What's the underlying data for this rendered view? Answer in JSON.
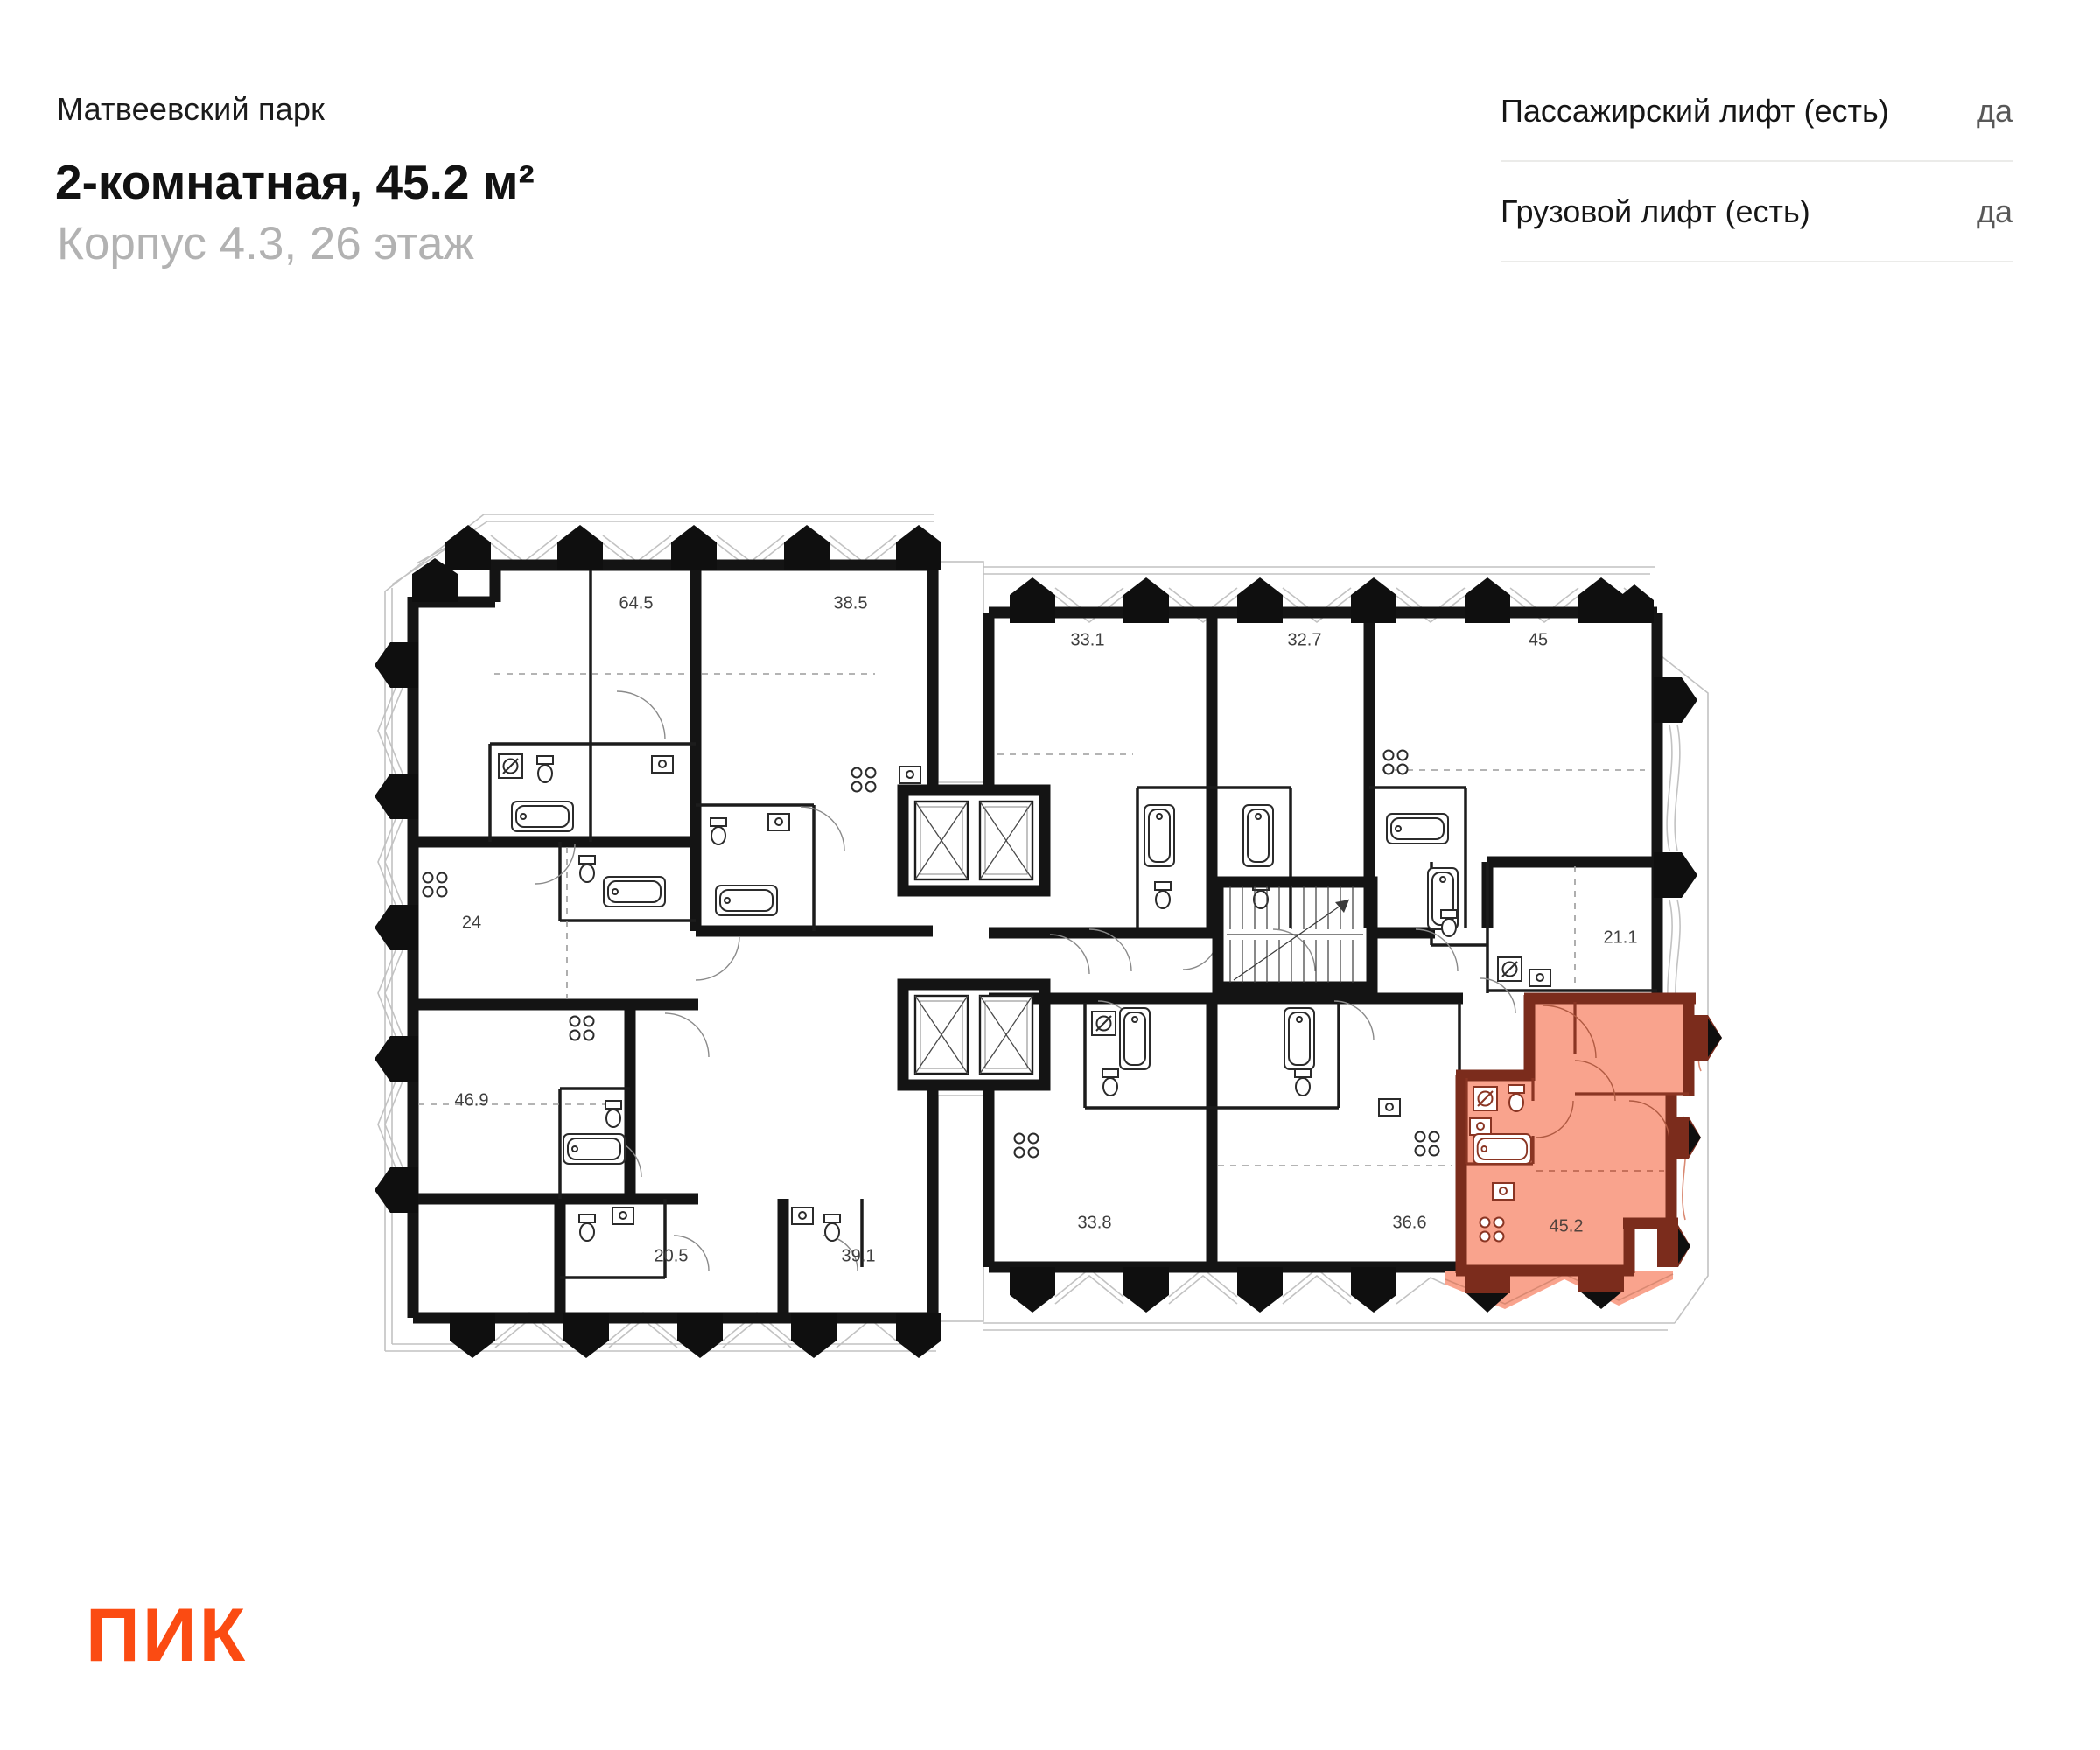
{
  "header": {
    "project": "Матвеевский парк",
    "title": "2-комнатная, 45.2 м²",
    "subtitle": "Корпус 4.3, 26 этаж"
  },
  "lifts": {
    "rows": [
      {
        "label": "Пассажирский лифт (есть)",
        "value": "да"
      },
      {
        "label": "Грузовой лифт (есть)",
        "value": "да"
      }
    ]
  },
  "plan": {
    "apartments": [
      {
        "area": "64.5"
      },
      {
        "area": "38.5"
      },
      {
        "area": "33.1"
      },
      {
        "area": "32.7"
      },
      {
        "area": "45"
      },
      {
        "area": "24"
      },
      {
        "area": "21.1"
      },
      {
        "area": "46.9"
      },
      {
        "area": "20.5"
      },
      {
        "area": "39.1"
      },
      {
        "area": "33.8"
      },
      {
        "area": "36.6"
      },
      {
        "area": "45.2"
      }
    ],
    "highlighted_area": "45.2"
  },
  "logo": {
    "text": "ПИК"
  },
  "colors": {
    "accent": "#FB4B12",
    "highlight_fill": "#F9A38D",
    "highlight_wall": "#7B2C1C",
    "wall": "#141414",
    "subtitle_gray": "#B2B2B2",
    "value_gray": "#585858"
  }
}
